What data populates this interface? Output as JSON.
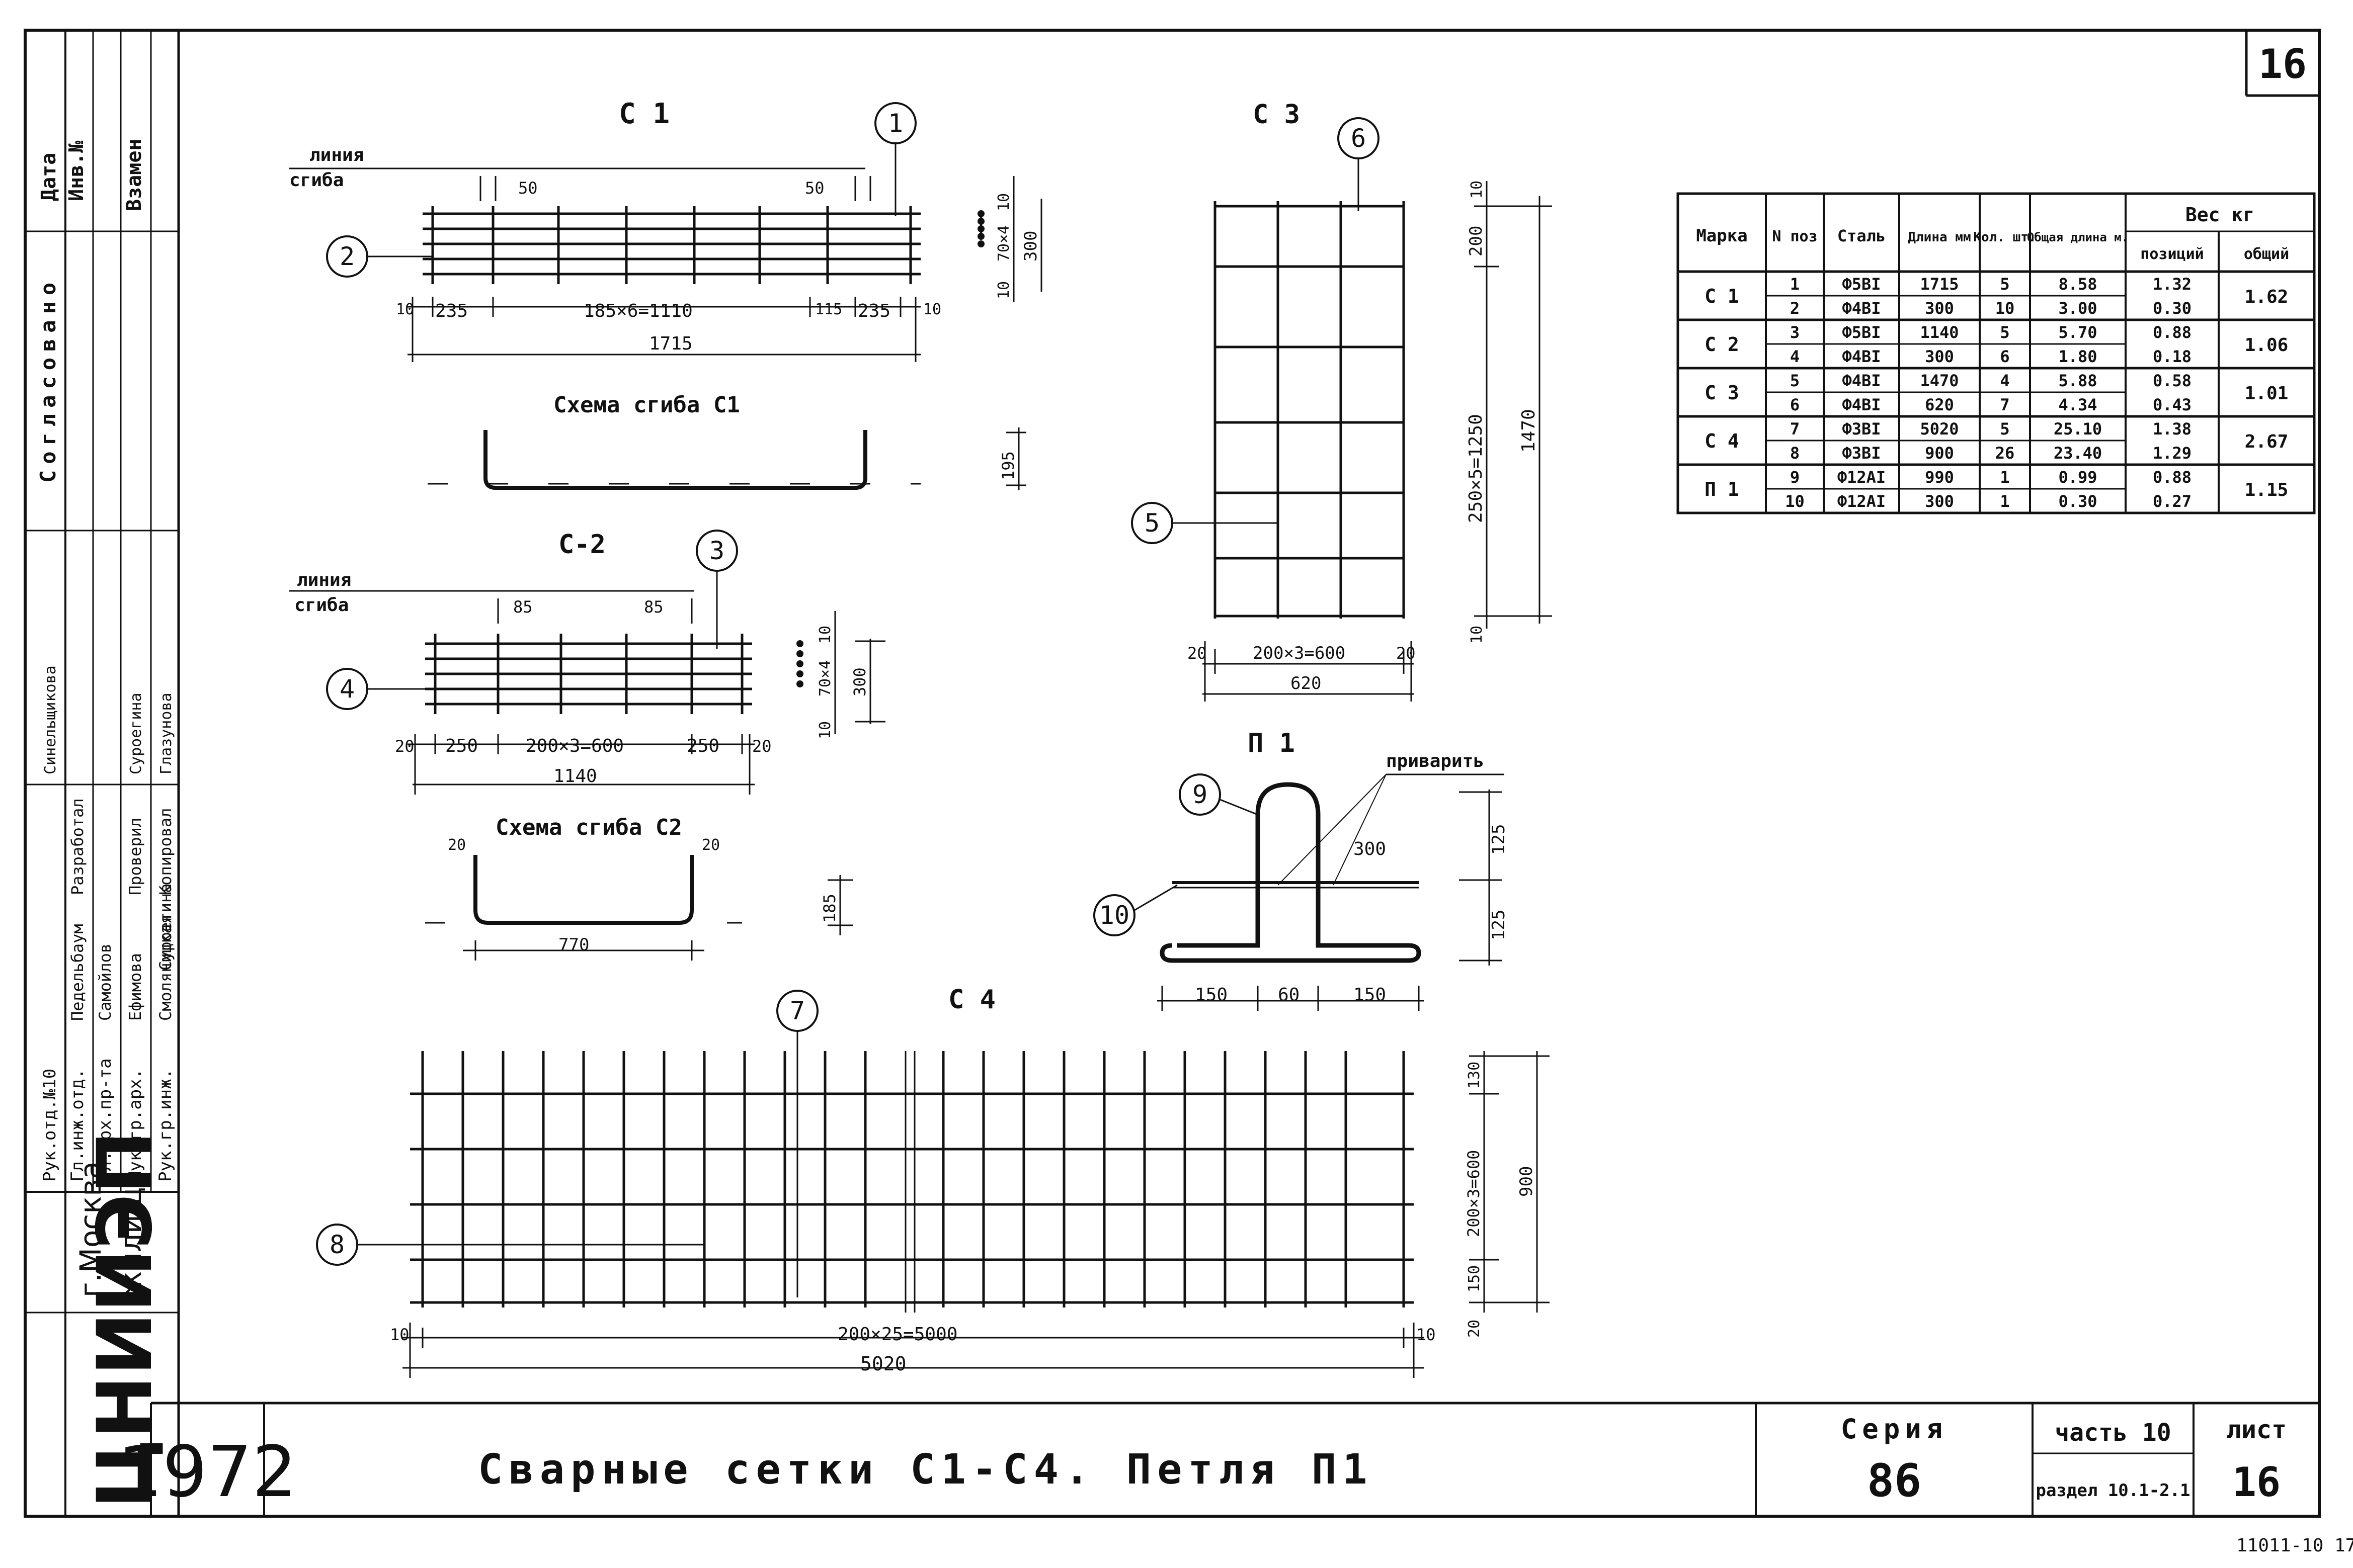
{
  "sheet": {
    "sheet_number_top": "16",
    "title": "Сварные сетки С1-С4. Петля П1",
    "year": "1972",
    "institute": "ЦНИИЭП",
    "city": "г.Москва",
    "dept": "жилища",
    "series_label": "Серия",
    "series_value": "86",
    "part_label": "часть 10",
    "section_label": "раздел 10.1-2.1",
    "list_label": "лист",
    "list_value": "16",
    "footer_code": "11011-10",
    "footer_page": "17"
  },
  "side_block": {
    "header": [
      "Дата",
      "Инв.№",
      "Взамен"
    ],
    "approved": "Согласовано",
    "roles": [
      "Рук.отд.№10",
      "Гл.инж.отд.",
      "Гл.арх.пр-та",
      "Рук.гр.арх.",
      "Рук.гр.инж."
    ],
    "names": [
      "Педельбаум",
      "Самойлов",
      "Ефимова",
      "Смоляницкая",
      "Суроегина"
    ],
    "roles2": [
      "Разработал",
      "Проверил",
      "Копировал"
    ],
    "names2": [
      "Синельщикова",
      "Суроегина",
      "Глазунова"
    ]
  },
  "drawings": {
    "c1": {
      "title": "С 1",
      "bend_line": [
        "линия",
        "сгиба"
      ],
      "dims": [
        "50",
        "50",
        "10",
        "235",
        "185×6=1110",
        "115",
        "235",
        "10",
        "1715"
      ],
      "side_dims": [
        "10",
        "70×4",
        "10",
        "300"
      ],
      "scheme_title": "Схема сгиба С1",
      "scheme_dim": "195",
      "marks": [
        "1",
        "2"
      ]
    },
    "c2": {
      "title": "С-2",
      "bend_line": [
        "линия",
        "сгиба"
      ],
      "dims": [
        "85",
        "85",
        "20",
        "250",
        "200×3=600",
        "250",
        "20",
        "1140"
      ],
      "side_dims": [
        "10",
        "70×4",
        "10",
        "300"
      ],
      "scheme_title": "Схема сгиба С2",
      "scheme_dims": [
        "20",
        "20",
        "770",
        "185"
      ],
      "marks": [
        "3",
        "4"
      ]
    },
    "c3": {
      "title": "С 3",
      "dims": [
        "20",
        "200×3=600",
        "20",
        "620"
      ],
      "side_dims": [
        "10",
        "200",
        "250×5=1250",
        "10",
        "1470"
      ],
      "marks": [
        "5",
        "6"
      ]
    },
    "c4": {
      "title": "С 4",
      "dims": [
        "10",
        "200×25=5000",
        "10",
        "5020"
      ],
      "side_dims": [
        "130",
        "200×3=600",
        "150",
        "20",
        "900"
      ],
      "marks": [
        "7",
        "8"
      ]
    },
    "p1": {
      "title": "П 1",
      "weld_label": "приварить",
      "dims": [
        "300",
        "150",
        "60",
        "150",
        "125",
        "125"
      ],
      "marks": [
        "9",
        "10"
      ]
    }
  },
  "spec_table": {
    "headers": [
      "Марка",
      "N поз",
      "Сталь",
      "Длина мм",
      "Кол. шт.",
      "Общая длина м.",
      "Вес кг",
      "позиций",
      "общий"
    ],
    "rows": [
      {
        "mark": "С 1",
        "pos": "1",
        "steel": "Ф5ВI",
        "length": "1715",
        "qty": "5",
        "total": "8.58",
        "w_pos": "1.32",
        "w_total": "1.62"
      },
      {
        "mark": "",
        "pos": "2",
        "steel": "Ф4ВI",
        "length": "300",
        "qty": "10",
        "total": "3.00",
        "w_pos": "0.30",
        "w_total": ""
      },
      {
        "mark": "С 2",
        "pos": "3",
        "steel": "Ф5ВI",
        "length": "1140",
        "qty": "5",
        "total": "5.70",
        "w_pos": "0.88",
        "w_total": "1.06"
      },
      {
        "mark": "",
        "pos": "4",
        "steel": "Ф4ВI",
        "length": "300",
        "qty": "6",
        "total": "1.80",
        "w_pos": "0.18",
        "w_total": ""
      },
      {
        "mark": "С 3",
        "pos": "5",
        "steel": "Ф4ВI",
        "length": "1470",
        "qty": "4",
        "total": "5.88",
        "w_pos": "0.58",
        "w_total": "1.01"
      },
      {
        "mark": "",
        "pos": "6",
        "steel": "Ф4ВI",
        "length": "620",
        "qty": "7",
        "total": "4.34",
        "w_pos": "0.43",
        "w_total": ""
      },
      {
        "mark": "С 4",
        "pos": "7",
        "steel": "Ф3ВI",
        "length": "5020",
        "qty": "5",
        "total": "25.10",
        "w_pos": "1.38",
        "w_total": "2.67"
      },
      {
        "mark": "",
        "pos": "8",
        "steel": "Ф3ВI",
        "length": "900",
        "qty": "26",
        "total": "23.40",
        "w_pos": "1.29",
        "w_total": ""
      },
      {
        "mark": "П 1",
        "pos": "9",
        "steel": "Ф12АI",
        "length": "990",
        "qty": "1",
        "total": "0.99",
        "w_pos": "0.88",
        "w_total": "1.15"
      },
      {
        "mark": "",
        "pos": "10",
        "steel": "Ф12АI",
        "length": "300",
        "qty": "1",
        "total": "0.30",
        "w_pos": "0.27",
        "w_total": ""
      }
    ]
  }
}
